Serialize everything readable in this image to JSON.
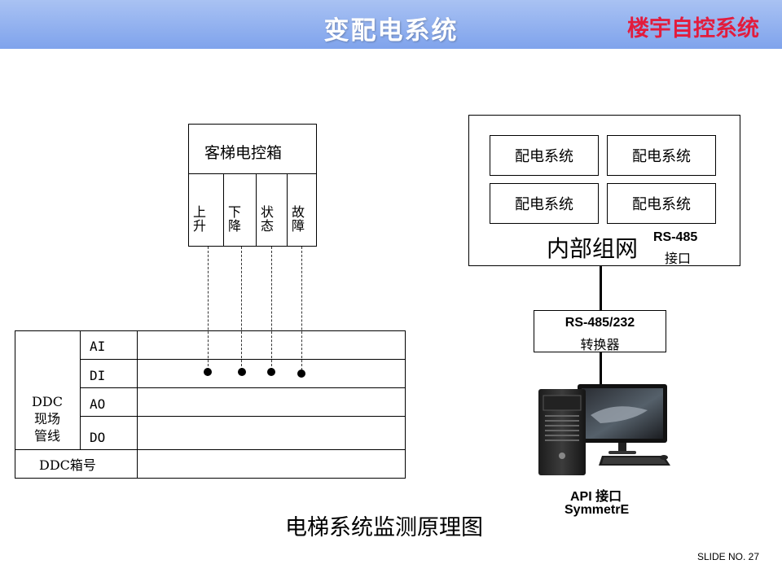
{
  "header": {
    "title": "变配电系统",
    "brand": "楼宇自控系统"
  },
  "cabinet": {
    "title": "客梯电控箱",
    "signals": [
      "上升",
      "下降",
      "状态",
      "故障"
    ]
  },
  "ddc_table": {
    "group_label": "DDC现场管线",
    "rows": [
      "AI",
      "DI",
      "AO",
      "DO"
    ],
    "footer_label": "DDC箱号"
  },
  "power_network": {
    "subsystems": [
      "配电系统",
      "配电系统",
      "配电系统",
      "配电系统"
    ],
    "network_label": "内部组网",
    "interface_protocol": "RS-485",
    "interface_label": "接口"
  },
  "converter": {
    "model": "RS-485/232",
    "label": "转换器"
  },
  "workstation": {
    "line1": "API 接口",
    "line2": "SymmetrE"
  },
  "caption": "电梯系统监测原理图",
  "slide_number": "SLIDE NO. 27",
  "colors": {
    "header_gradient_top": "#a9c2f3",
    "header_gradient_bottom": "#7fa3ec",
    "brand": "#e21c3d"
  }
}
